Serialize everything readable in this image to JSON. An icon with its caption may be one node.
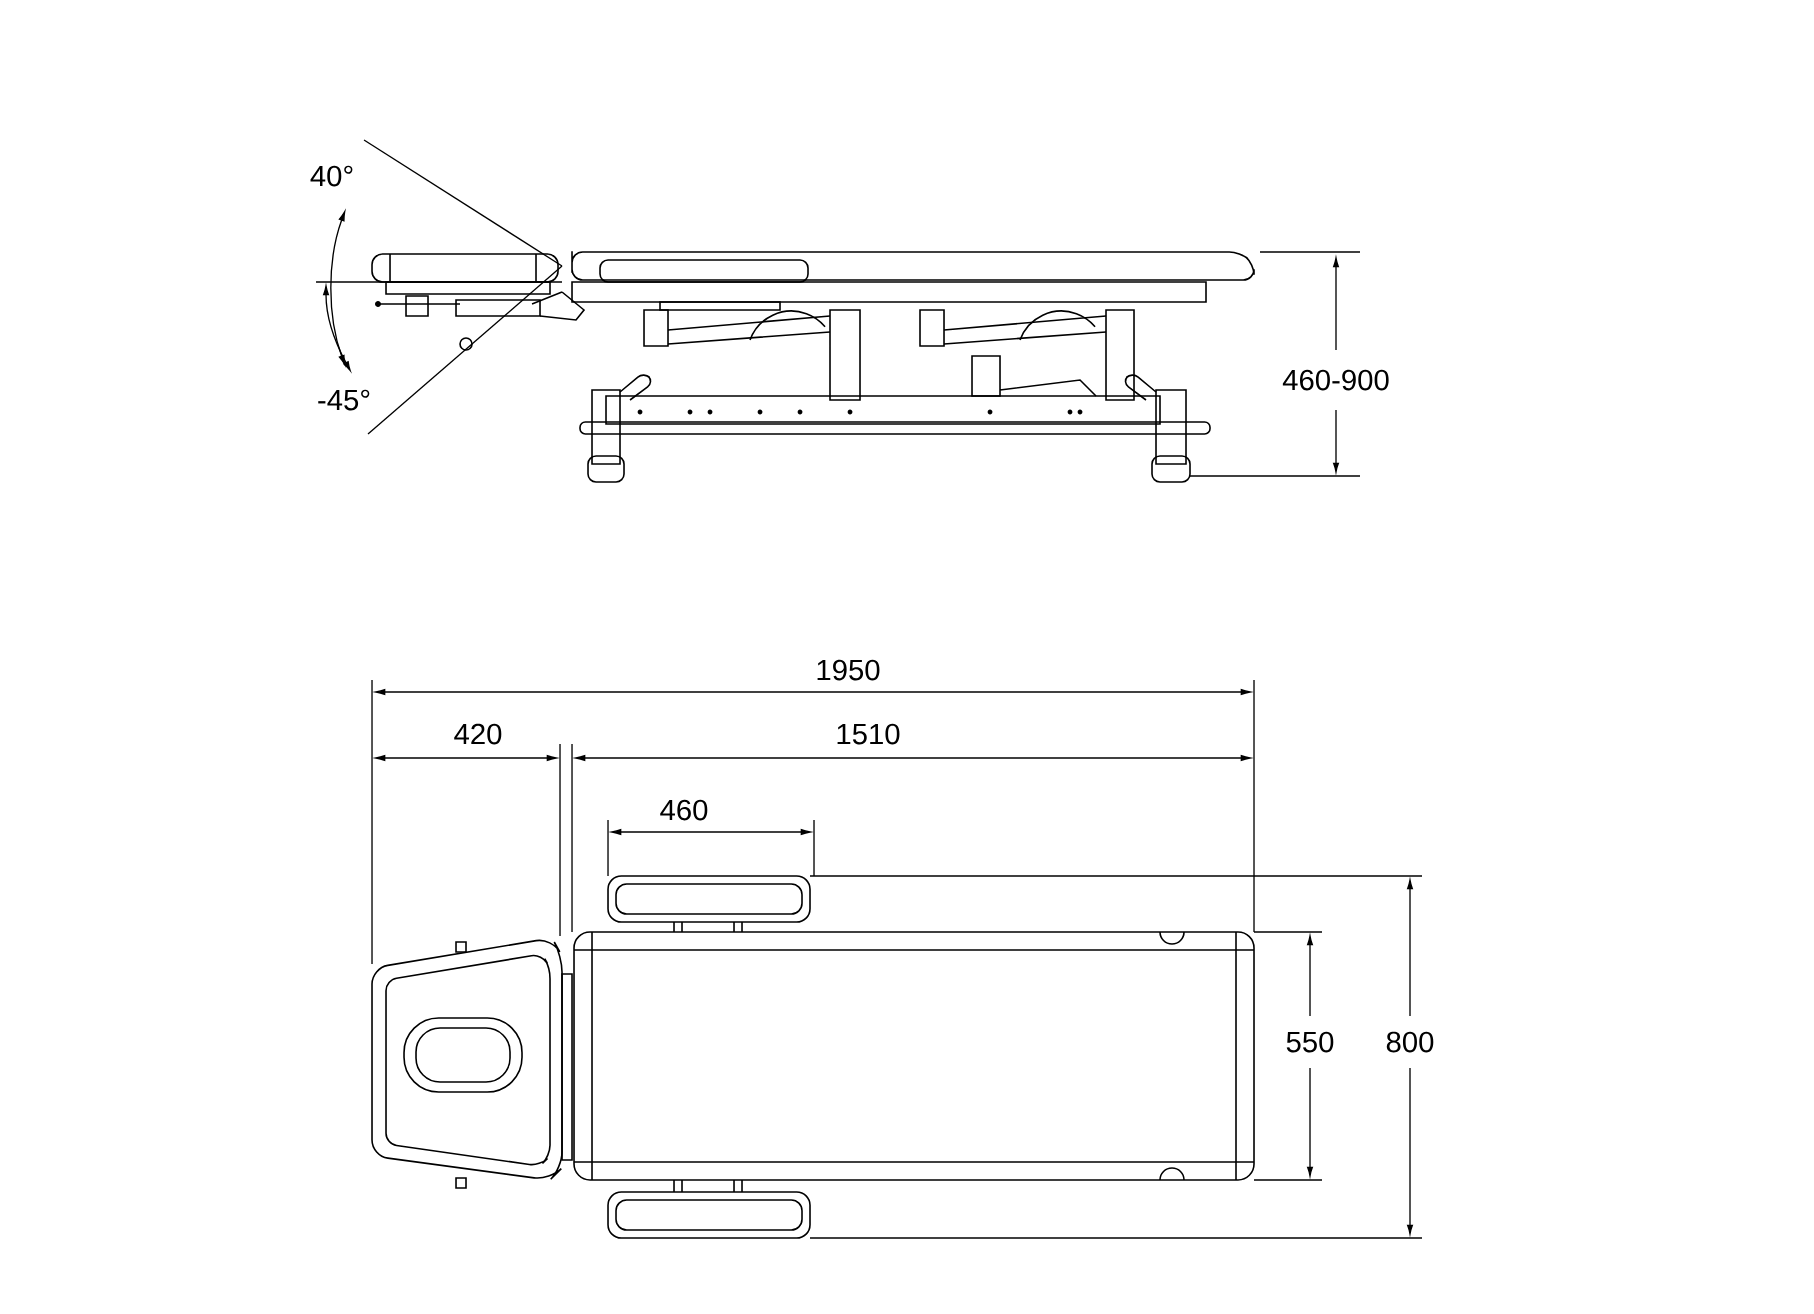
{
  "diagram": {
    "labels": [
      "40°",
      "-45°",
      "460-900",
      "1950",
      "420",
      "1510",
      "460",
      "550",
      "800"
    ]
  }
}
